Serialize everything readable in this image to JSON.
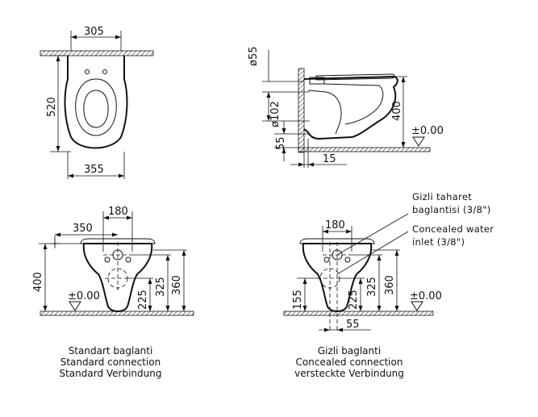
{
  "views": {
    "top": {
      "width": "305",
      "depth": "520",
      "outer": "355"
    },
    "side": {
      "pipe": "ø55",
      "outlet": "ø102",
      "floor_gap": "55",
      "wall_offset": "15",
      "height": "400",
      "level": "±0.00"
    },
    "standard": {
      "height": "400",
      "offset": "350",
      "spacing": "180",
      "h1": "225",
      "h2": "325",
      "h3": "360",
      "level": "±0.00"
    },
    "concealed": {
      "spacing": "180",
      "h0": "155",
      "h1": "225",
      "h2": "325",
      "h3": "360",
      "offset": "55",
      "level": "±0.00"
    }
  },
  "notes": {
    "bidet_tr": "Gizli taharet",
    "bidet_tr2": "baglantisi (3/8\")",
    "inlet_en": "Concealed water",
    "inlet_en2": "inlet (3/8\")"
  },
  "captions": {
    "standard": [
      "Standart baglanti",
      "Standard connection",
      "Standard Verbindung"
    ],
    "concealed": [
      "Gizli baglanti",
      "Concealed connection",
      "versteckte Verbindung"
    ]
  }
}
